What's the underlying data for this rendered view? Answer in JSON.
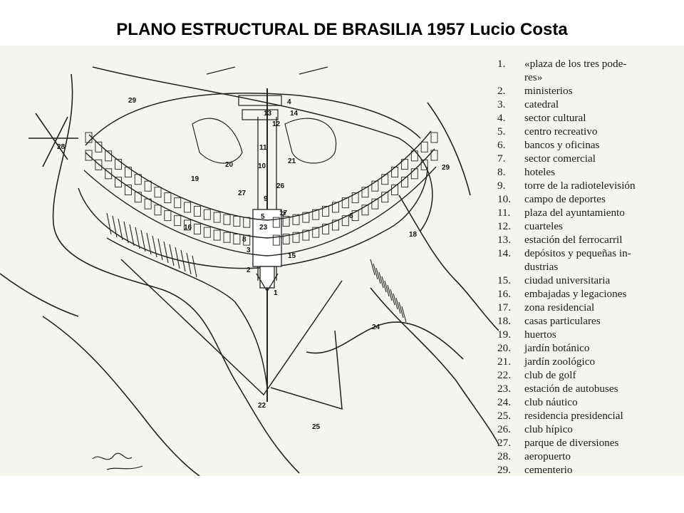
{
  "title": "PLANO ESTRUCTURAL DE BRASILIA 1957 Lucio Costa",
  "legend": [
    {
      "n": "1.",
      "text": "«plaza de los tres pode-",
      "cont": "res»"
    },
    {
      "n": "2.",
      "text": "ministerios"
    },
    {
      "n": "3.",
      "text": "catedral"
    },
    {
      "n": "4.",
      "text": "sector cultural"
    },
    {
      "n": "5.",
      "text": "centro recreativo"
    },
    {
      "n": "6.",
      "text": "bancos y oficinas"
    },
    {
      "n": "7.",
      "text": "sector comercial"
    },
    {
      "n": "8.",
      "text": "hoteles"
    },
    {
      "n": "9.",
      "text": "torre de la radiotelevisión"
    },
    {
      "n": "10.",
      "text": "campo de deportes"
    },
    {
      "n": "11.",
      "text": "plaza del ayuntamiento"
    },
    {
      "n": "12.",
      "text": "cuarteles"
    },
    {
      "n": "13.",
      "text": "estación del ferrocarril"
    },
    {
      "n": "14.",
      "text": "depósitos y pequeñas in-",
      "cont": "dustrias"
    },
    {
      "n": "15.",
      "text": "ciudad universitaria"
    },
    {
      "n": "16.",
      "text": "embajadas y legaciones"
    },
    {
      "n": "17.",
      "text": "zona residencial"
    },
    {
      "n": "18.",
      "text": "casas particulares"
    },
    {
      "n": "19.",
      "text": "huertos"
    },
    {
      "n": "20.",
      "text": "jardín botánico"
    },
    {
      "n": "21.",
      "text": "jardín zoológico"
    },
    {
      "n": "22.",
      "text": "club de golf"
    },
    {
      "n": "23.",
      "text": "estación de autobuses"
    },
    {
      "n": "24.",
      "text": "club náutico"
    },
    {
      "n": "25.",
      "text": "residencia presidencial"
    },
    {
      "n": "26.",
      "text": "club hípico"
    },
    {
      "n": "27.",
      "text": "parque de diversiones"
    },
    {
      "n": "28.",
      "text": "aeropuerto"
    },
    {
      "n": "29.",
      "text": "cementerio"
    }
  ],
  "map_labels": [
    "1",
    "2",
    "3",
    "4",
    "5",
    "6",
    "7",
    "8",
    "9",
    "10",
    "11",
    "12",
    "13",
    "14",
    "15",
    "16",
    "17",
    "18",
    "19",
    "20",
    "21",
    "22",
    "23",
    "24",
    "25",
    "26",
    "27",
    "28",
    "29",
    "29"
  ]
}
